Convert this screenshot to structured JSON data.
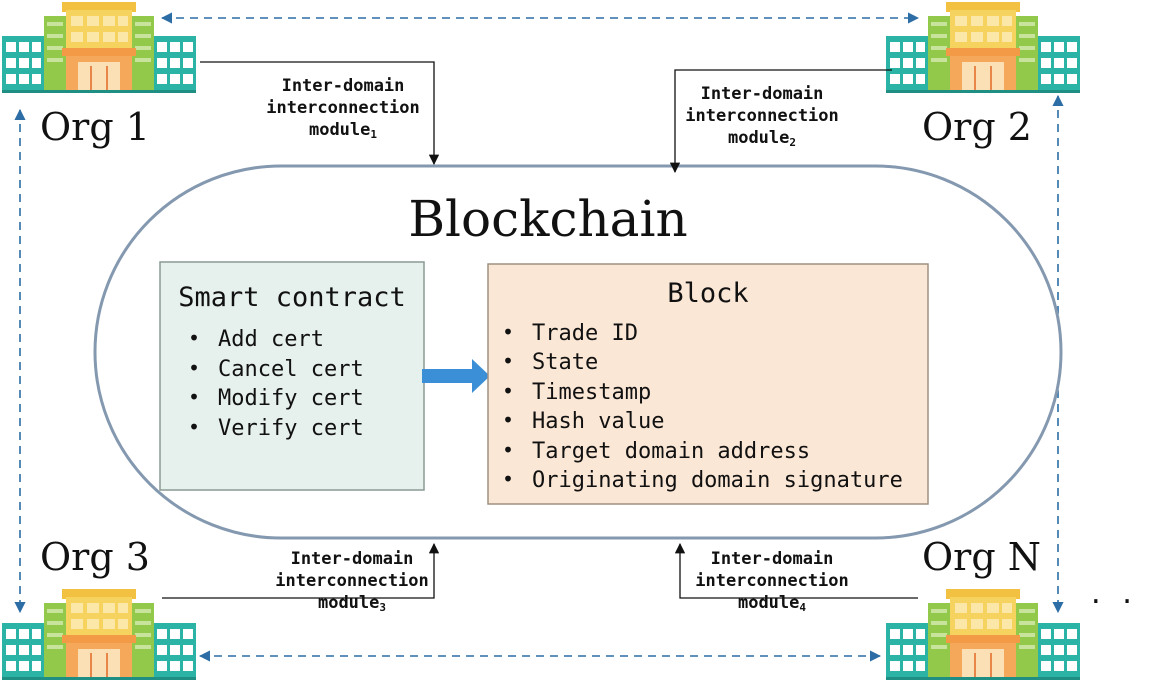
{
  "blockchain": {
    "title": "Blockchain"
  },
  "smart_contract": {
    "title": "Smart contract",
    "items": [
      "Add cert",
      "Cancel cert",
      "Modify cert",
      "Verify cert"
    ]
  },
  "block": {
    "title": "Block",
    "items": [
      "Trade ID",
      "State",
      "Timestamp",
      "Hash value",
      "Target domain address",
      "Originating domain signature"
    ]
  },
  "orgs": [
    {
      "label": "Org 1"
    },
    {
      "label": "Org 2"
    },
    {
      "label": "Org 3"
    },
    {
      "label": "Org N"
    }
  ],
  "modules": [
    {
      "line1": "Inter-domain",
      "line2": "interconnection",
      "name": "module",
      "sub": "1"
    },
    {
      "line1": "Inter-domain",
      "line2": "interconnection",
      "name": "module",
      "sub": "2"
    },
    {
      "line1": "Inter-domain",
      "line2": "interconnection",
      "name": "module",
      "sub": "3"
    },
    {
      "line1": "Inter-domain",
      "line2": "interconnection",
      "name": "module",
      "sub": "4"
    }
  ],
  "ellipsis": "· · ·",
  "colors": {
    "contract_fill": "#e6f0ec",
    "block_fill": "#fbe7d6",
    "stadium_stroke": "#8499b0",
    "arrow_blue": "#3a8fd6",
    "dashed_blue": "#2c6da5",
    "building_teal": "#2bb3a5",
    "building_yellow": "#f2c141",
    "building_orange": "#f29a45",
    "building_green": "#93c94a"
  }
}
